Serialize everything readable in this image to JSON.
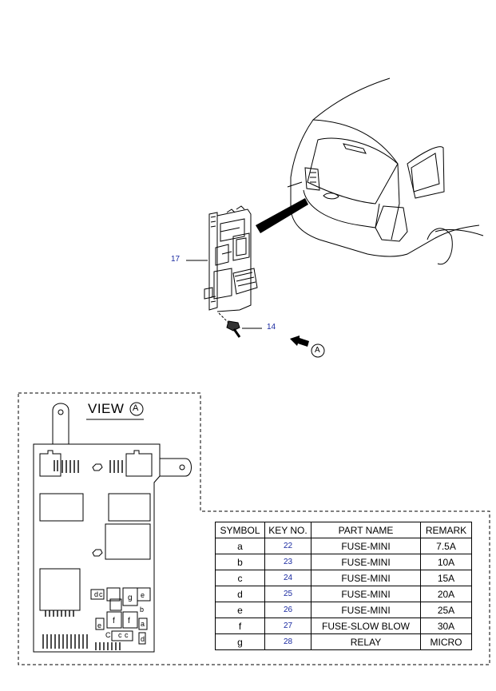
{
  "callouts": {
    "bracket": "17",
    "bolt": "14",
    "view_marker": "A"
  },
  "view": {
    "label": "VIEW",
    "marker": "A"
  },
  "fuse_labels": [
    "d",
    "c",
    "e",
    "g",
    "b",
    "f",
    "f",
    "a",
    "e",
    "C",
    "c",
    "c",
    "d"
  ],
  "table": {
    "headers": [
      "SYMBOL",
      "KEY NO.",
      "PART NAME",
      "REMARK"
    ],
    "rows": [
      {
        "symbol": "a",
        "key": "22",
        "part": "FUSE-MINI",
        "remark": "7.5A"
      },
      {
        "symbol": "b",
        "key": "23",
        "part": "FUSE-MINI",
        "remark": "10A"
      },
      {
        "symbol": "c",
        "key": "24",
        "part": "FUSE-MINI",
        "remark": "15A"
      },
      {
        "symbol": "d",
        "key": "25",
        "part": "FUSE-MINI",
        "remark": "20A"
      },
      {
        "symbol": "e",
        "key": "26",
        "part": "FUSE-MINI",
        "remark": "25A"
      },
      {
        "symbol": "f",
        "key": "27",
        "part": "FUSE-SLOW BLOW",
        "remark": "30A"
      },
      {
        "symbol": "g",
        "key": "28",
        "part": "RELAY",
        "remark": "MICRO"
      }
    ]
  }
}
